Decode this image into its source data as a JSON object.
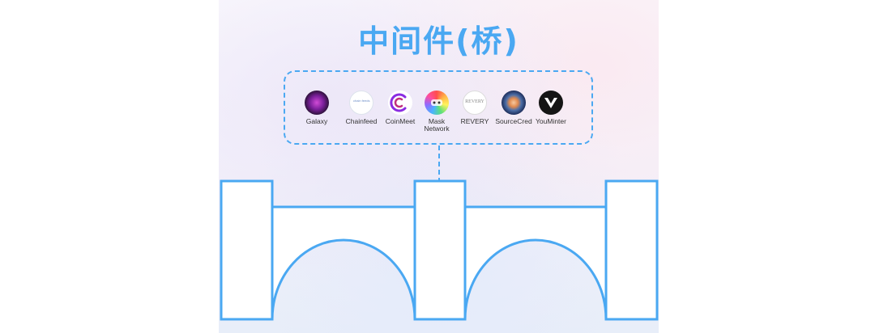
{
  "title": "中间件(桥)",
  "colors": {
    "accent": "#4aa8f2",
    "pillar_fill": "#ffffff"
  },
  "middleware": {
    "items": [
      {
        "label": "Galaxy",
        "icon": "galaxy-logo-icon"
      },
      {
        "label": "Chainfeed",
        "icon": "chainfeed-logo-icon",
        "logo_text": "chain\nfeeds"
      },
      {
        "label": "CoinMeet",
        "icon": "coinmeet-logo-icon"
      },
      {
        "label": "Mask\nNetwork",
        "icon": "mask-network-logo-icon"
      },
      {
        "label": "REVERY",
        "icon": "revery-logo-icon",
        "logo_text": "REVERY"
      },
      {
        "label": "SourceCred",
        "icon": "sourcecred-logo-icon"
      },
      {
        "label": "YouMinter",
        "icon": "youminter-logo-icon"
      }
    ]
  }
}
